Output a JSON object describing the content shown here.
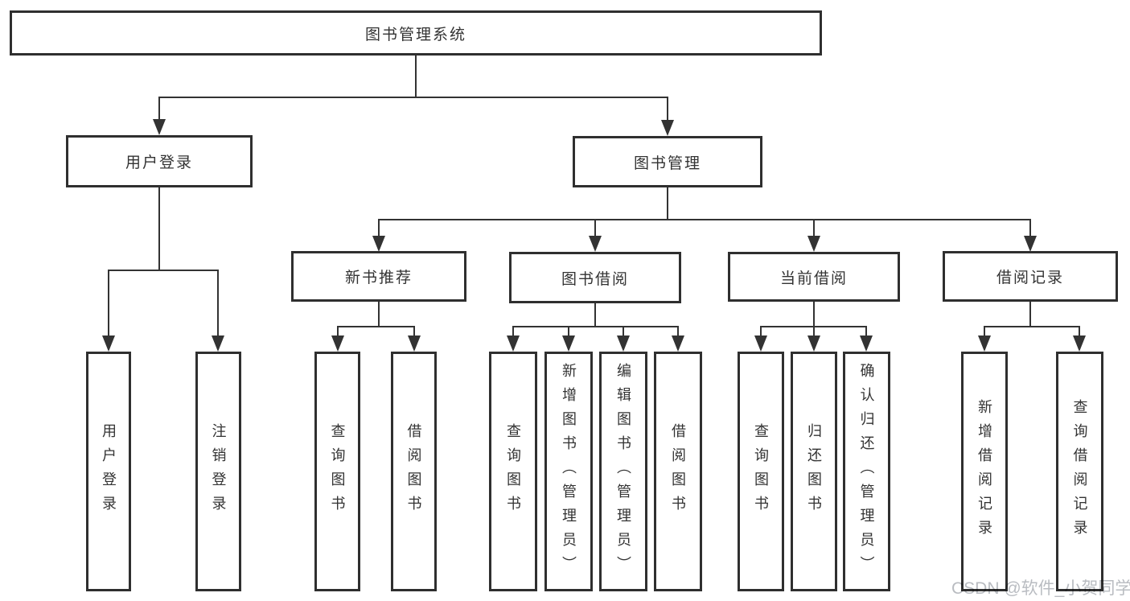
{
  "diagram": {
    "root": {
      "label": "图书管理系统"
    },
    "level2": [
      {
        "id": "user-login",
        "label": "用户登录",
        "children": [
          "用户登录",
          "注销登录"
        ]
      },
      {
        "id": "book-management",
        "label": "图书管理"
      }
    ],
    "level3": [
      {
        "id": "new-book-recommend",
        "label": "新书推荐",
        "children": [
          "查询图书",
          "借阅图书"
        ]
      },
      {
        "id": "book-borrow",
        "label": "图书借阅",
        "children": [
          "查询图书",
          "新增图书（管理员）",
          "编辑图书（管理员）",
          "借阅图书"
        ]
      },
      {
        "id": "current-borrow",
        "label": "当前借阅",
        "children": [
          "查询图书",
          "归还图书",
          "确认归还（管理员）"
        ]
      },
      {
        "id": "borrow-records",
        "label": "借阅记录",
        "children": [
          "新增借阅记录",
          "查询借阅记录"
        ]
      }
    ],
    "watermark": "CSDN @软件_小贺同学",
    "colors": {
      "line": "#333333",
      "box_border": "#2f2f2f",
      "text": "#333333",
      "watermark": "#b9bcc1",
      "background": "#ffffff"
    }
  }
}
